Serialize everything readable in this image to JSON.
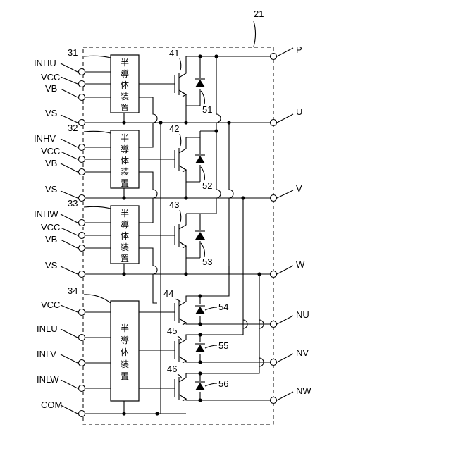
{
  "module_ref": "21",
  "ic_label_chars": [
    "半",
    "導",
    "体",
    "装",
    "置"
  ],
  "drivers": [
    {
      "ref": "31",
      "inputs": [
        "INHU",
        "VCC",
        "VB"
      ],
      "vs_label": "VS"
    },
    {
      "ref": "32",
      "inputs": [
        "INHV",
        "VCC",
        "VB"
      ],
      "vs_label": "VS"
    },
    {
      "ref": "33",
      "inputs": [
        "INHW",
        "VCC",
        "VB"
      ],
      "vs_label": "VS"
    },
    {
      "ref": "34",
      "inputs": [
        "VCC",
        "INLU",
        "INLV",
        "INLW",
        "COM"
      ]
    }
  ],
  "high_side": [
    {
      "transistor": "41",
      "diode": "51"
    },
    {
      "transistor": "42",
      "diode": "52"
    },
    {
      "transistor": "43",
      "diode": "53"
    }
  ],
  "low_side": [
    {
      "transistor": "44",
      "diode": "54"
    },
    {
      "transistor": "45",
      "diode": "55"
    },
    {
      "transistor": "46",
      "diode": "56"
    }
  ],
  "outputs": [
    "P",
    "U",
    "V",
    "W",
    "NU",
    "NV",
    "NW"
  ]
}
